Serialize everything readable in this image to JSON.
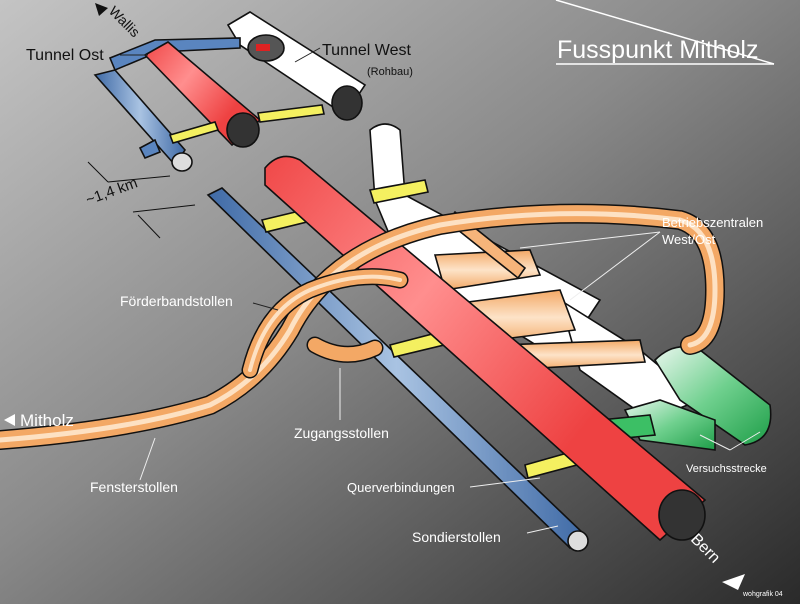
{
  "title": "Fusspunkt Mitholz",
  "credit": "wohgrafik 04",
  "directions": {
    "north": "Wallis",
    "south": "Bern",
    "west": "Mitholz"
  },
  "distance": "~1,4 km",
  "labels": {
    "tunnel_ost": "Tunnel Ost",
    "tunnel_west": "Tunnel West",
    "tunnel_west_note": "(Rohbau)",
    "betriebszentralen_1": "Betriebszentralen",
    "betriebszentralen_2": "West/Ost",
    "foerderbandstollen": "Förderbandstollen",
    "zugangsstollen": "Zugangsstollen",
    "fensterstollen": "Fensterstollen",
    "querverbindungen": "Querverbindungen",
    "sondierstollen": "Sondierstollen",
    "versuchsstrecke": "Versuchsstrecke"
  },
  "colors": {
    "tunnel_ost": "#f25a5a",
    "tunnel_west": "#ffffff",
    "sondierstollen": "#4a78b0",
    "querverbindungen": "#f4f060",
    "fensterstollen": "#f3a865",
    "versuchsstrecke": "#2fb35a"
  }
}
